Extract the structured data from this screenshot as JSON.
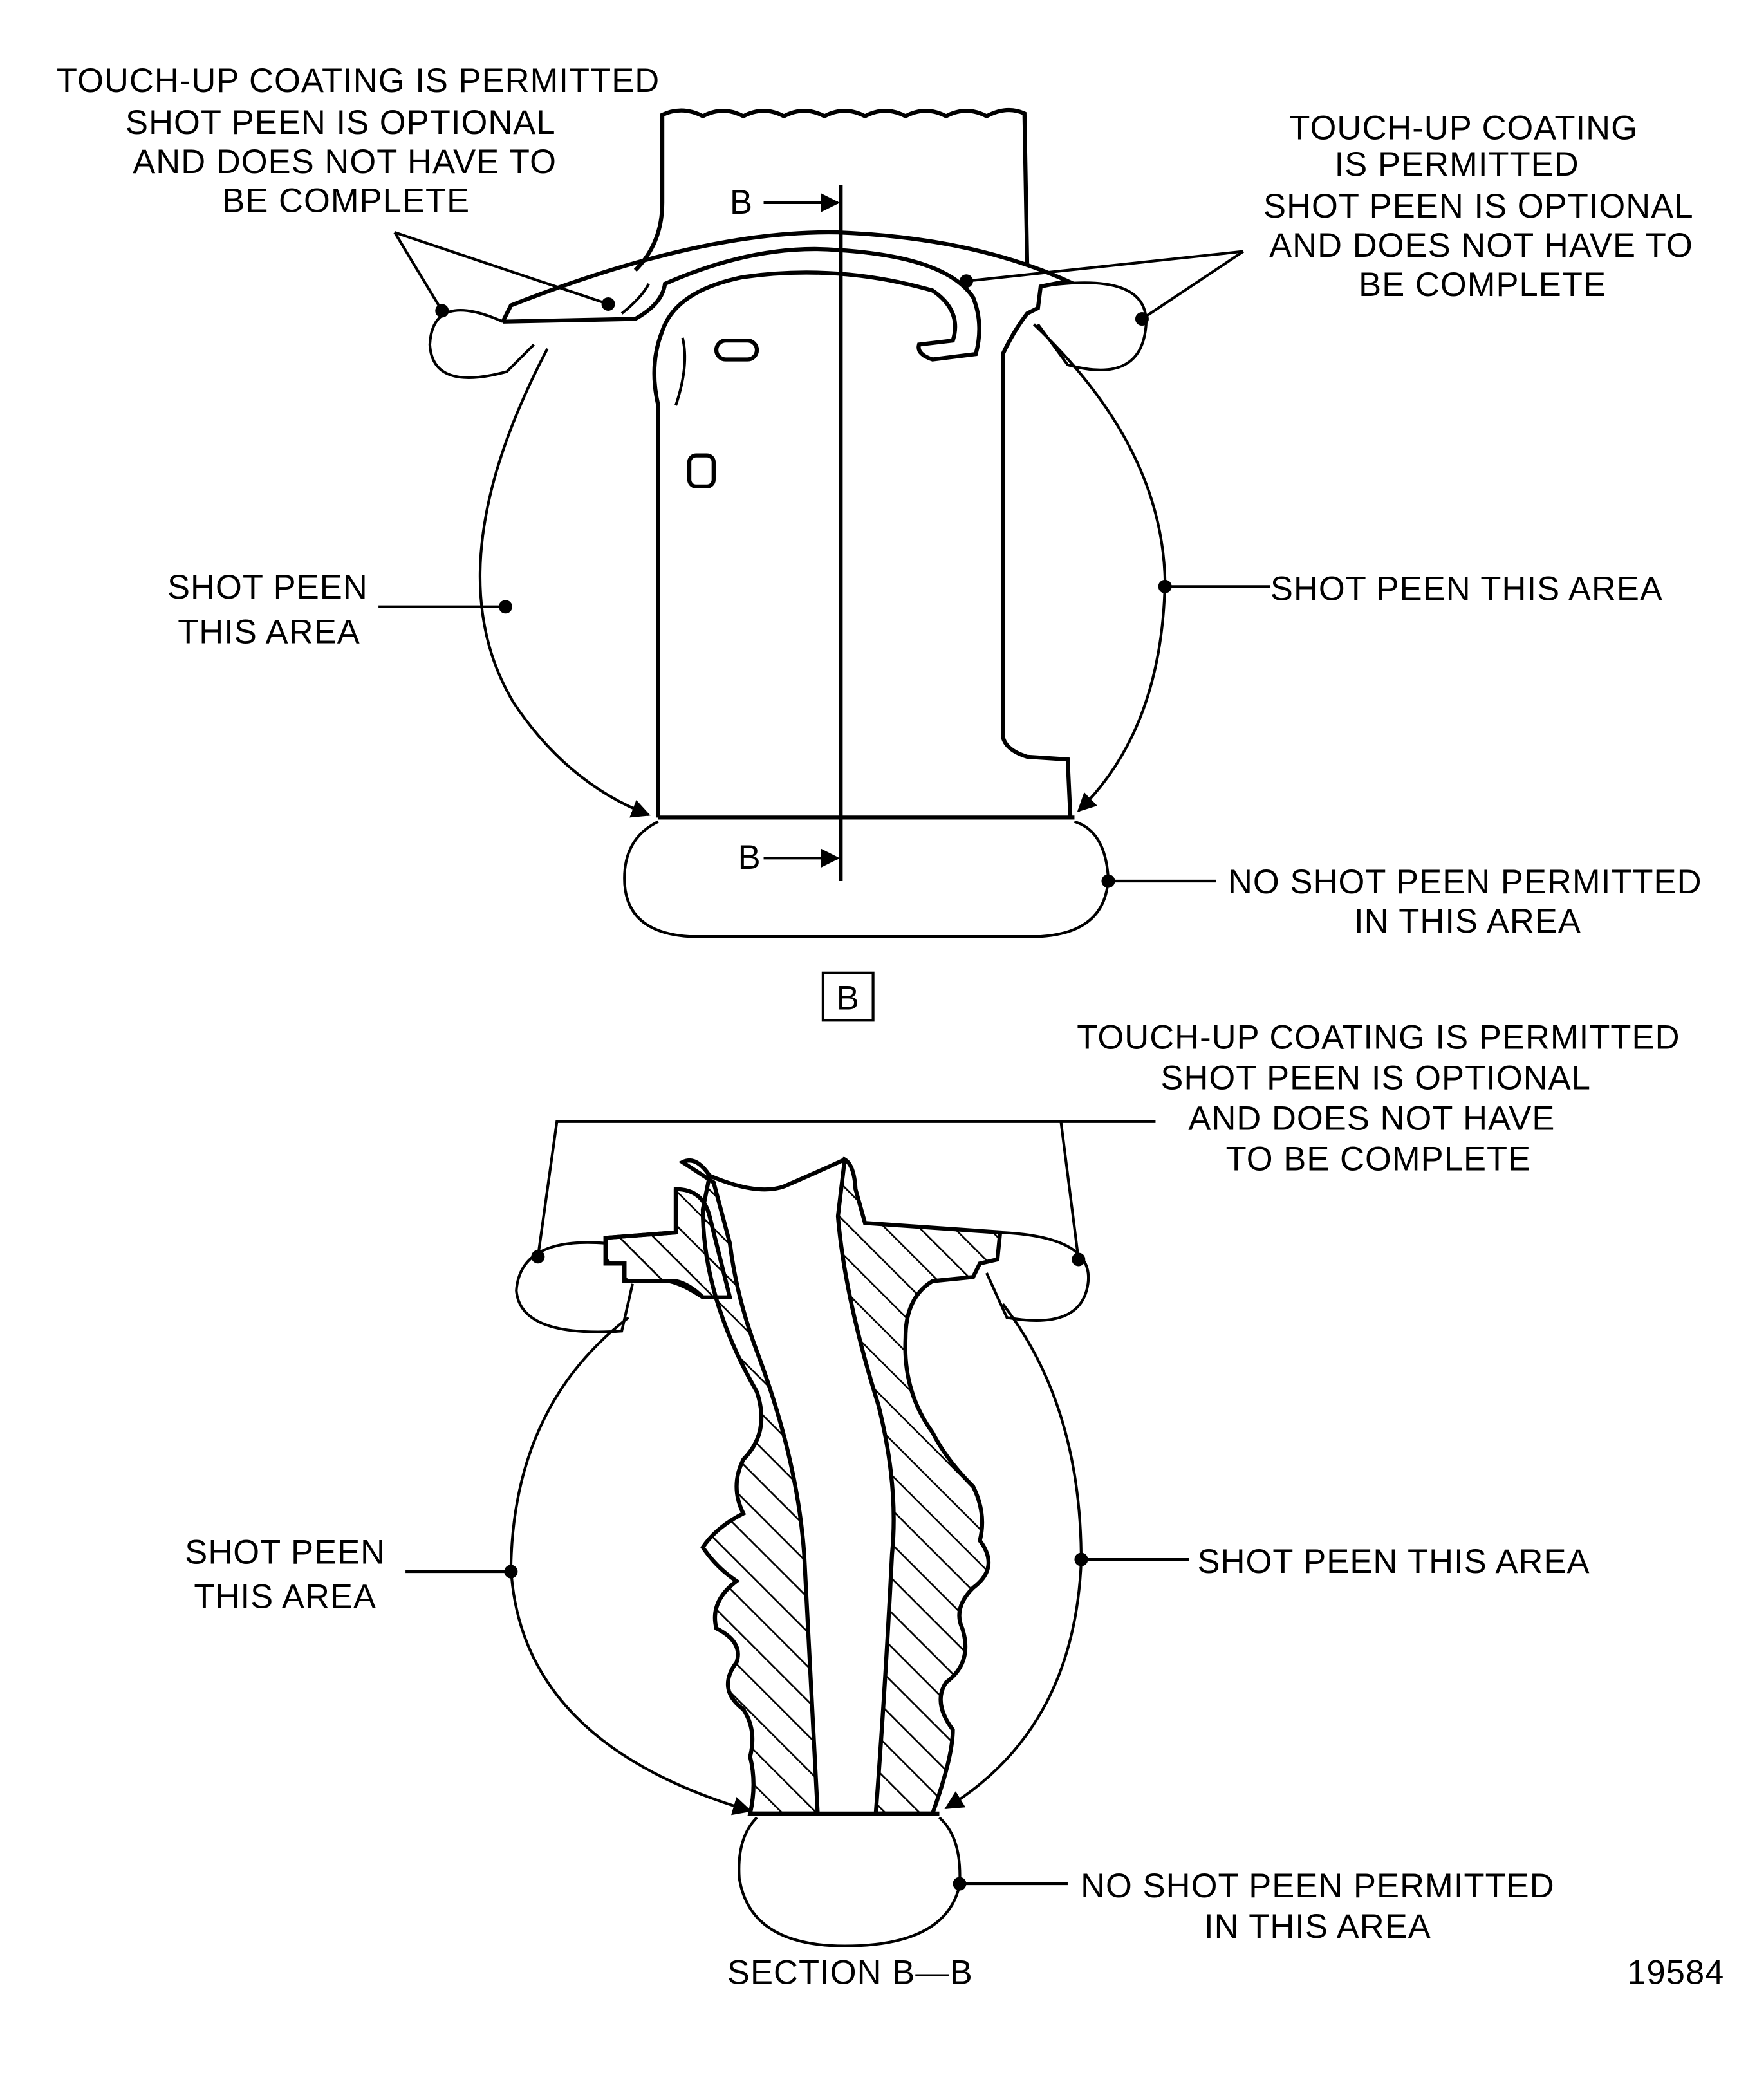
{
  "view_b": {
    "top_left_note": [
      "TOUCH-UP COATING IS PERMITTED",
      "SHOT PEEN IS OPTIONAL",
      "AND DOES NOT HAVE TO",
      "BE COMPLETE"
    ],
    "top_right_note": [
      "TOUCH-UP COATING",
      "IS PERMITTED",
      "SHOT PEEN IS OPTIONAL",
      "AND DOES NOT HAVE TO",
      "BE COMPLETE"
    ],
    "left_note": [
      "SHOT PEEN",
      "THIS AREA"
    ],
    "right_note": "SHOT PEEN THIS AREA",
    "bottom_note": [
      "NO SHOT PEEN PERMITTED",
      "IN THIS AREA"
    ],
    "section_marker_top": "B",
    "section_marker_bottom": "B",
    "view_label": "B"
  },
  "section_bb": {
    "top_note": [
      "TOUCH-UP COATING IS PERMITTED",
      "SHOT PEEN IS OPTIONAL",
      "AND DOES NOT HAVE",
      "TO BE COMPLETE"
    ],
    "left_note": [
      "SHOT PEEN",
      "THIS AREA"
    ],
    "right_note": "SHOT PEEN THIS AREA",
    "bottom_note": [
      "NO SHOT PEEN PERMITTED",
      "IN THIS AREA"
    ],
    "title": "SECTION B—B"
  },
  "figure_number": "19584"
}
